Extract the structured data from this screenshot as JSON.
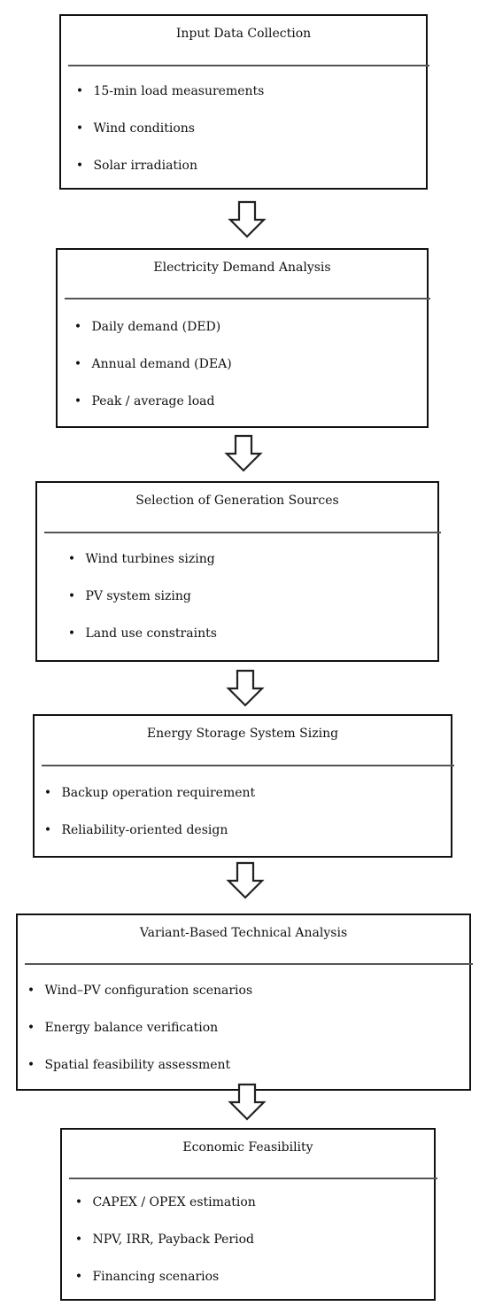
{
  "steps": [
    {
      "title": "Input Data Collection",
      "bullets": [
        "15-min load measurements",
        "Wind conditions",
        "Solar irradiation"
      ]
    },
    {
      "title": "Electricity Demand Analysis",
      "bullets": [
        "Daily demand (DED)",
        "Annual demand (DEA)",
        "Peak / average load"
      ]
    },
    {
      "title": "Selection of Generation Sources",
      "bullets": [
        "Wind turbines sizing",
        "PV system sizing",
        "Land use constraints"
      ]
    },
    {
      "title": "Energy Storage System Sizing",
      "bullets": [
        "Backup operation requirement",
        "Reliability-oriented design"
      ]
    },
    {
      "title": "Variant-Based Technical Analysis",
      "bullets": [
        "Wind–PV configuration scenarios",
        "Energy balance verification",
        "Spatial feasibility assessment"
      ]
    },
    {
      "title": "Economic Feasibility",
      "bullets": [
        "CAPEX / OPEX estimation",
        "NPV, IRR, Payback Period",
        "Financing scenarios"
      ]
    }
  ]
}
